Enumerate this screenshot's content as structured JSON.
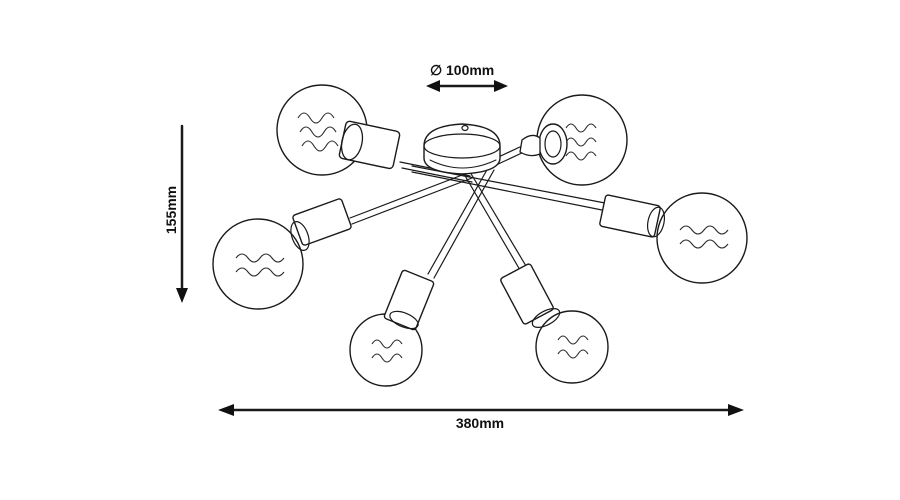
{
  "dimensions": {
    "diameter": "100mm",
    "height": "155mm",
    "width": "380mm",
    "diameter_symbol": "∅"
  },
  "colors": {
    "ink": "#1a1a1a",
    "background": "#ffffff"
  }
}
